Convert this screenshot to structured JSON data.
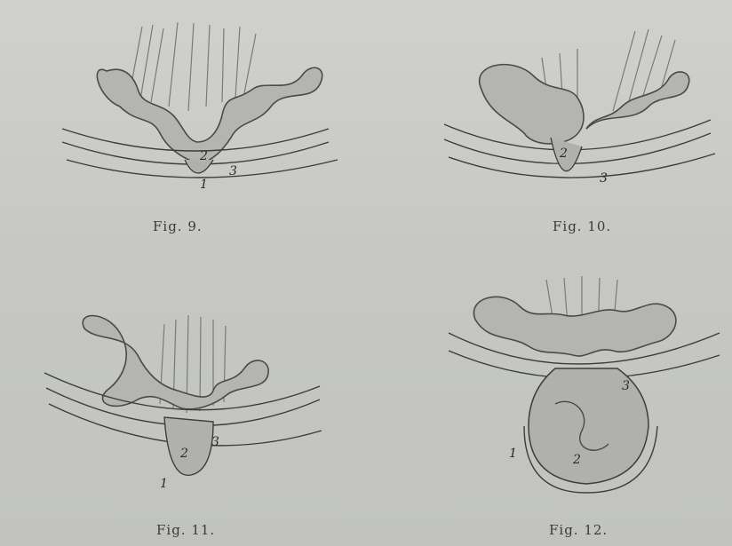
{
  "plate": {
    "figures": [
      {
        "id": "fig-9",
        "caption": "Fig. 9.",
        "labels": [
          "2",
          "1",
          "3"
        ]
      },
      {
        "id": "fig-10",
        "caption": "Fig. 10.",
        "labels": [
          "2",
          "3"
        ]
      },
      {
        "id": "fig-11",
        "caption": "Fig. 11.",
        "labels": [
          "2",
          "3",
          "1"
        ]
      },
      {
        "id": "fig-12",
        "caption": "Fig. 12.",
        "labels": [
          "1",
          "2",
          "3"
        ]
      }
    ]
  },
  "colors": {
    "paper": "#c8c9c6",
    "ink": "#3a3a3a",
    "tissue": "#b9b9b6",
    "tissue_shade": "#a5a6a2"
  }
}
